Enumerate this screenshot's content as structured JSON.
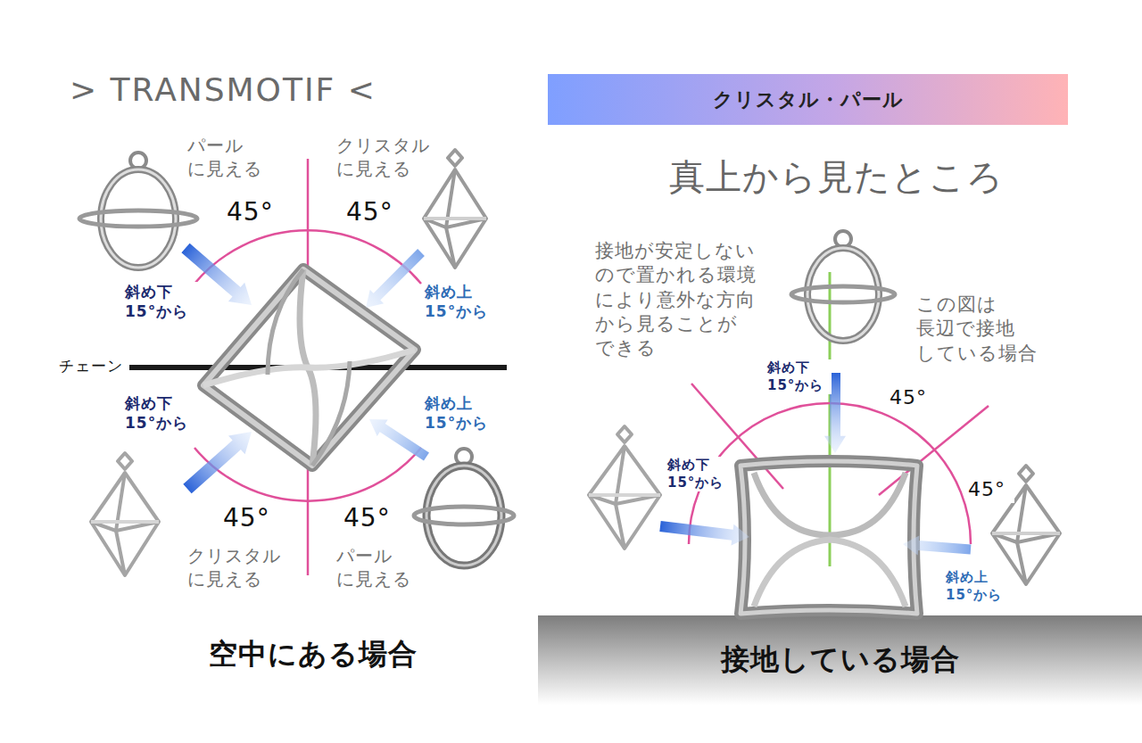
{
  "diagram": {
    "title": "> TRANSMOTIF <",
    "nodes": [
      {
        "text": [
          "クリスタル・パール"
        ]
      },
      {
        "text": [
          "接地している場合"
        ]
      }
    ],
    "labels": [
      "パール に見える",
      "クリスタル に見える",
      "45°",
      "45°",
      "斜め下 15°から",
      "斜め上 15°から",
      "チェーン",
      "斜め下 15°から",
      "斜め上 15°から",
      "45°",
      "45°",
      "クリスタル に見える",
      "パール に見える",
      "空中にある場合",
      "真上から見たところ",
      "接地が安定しない ので置かれる環境 により意外な方向 から見ることが できる",
      "この図は 長辺で接地 している場合",
      "斜め下 15°から",
      "45°",
      "斜め下 15°から",
      "45°",
      "斜め上 15°から"
    ]
  }
}
